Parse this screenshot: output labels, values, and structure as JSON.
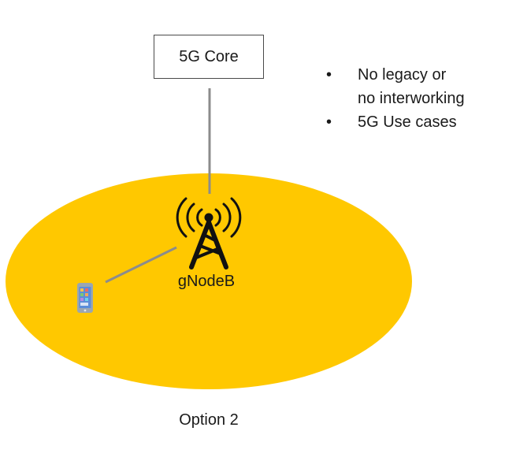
{
  "core": {
    "label": "5G Core"
  },
  "base_station": {
    "label": "gNodeB",
    "icon": "cell-tower-icon"
  },
  "device": {
    "icon": "smartphone-icon"
  },
  "notes": [
    "No legacy or no interworking",
    "5G Use cases"
  ],
  "note_lines": [
    [
      "No legacy or",
      "no interworking"
    ],
    [
      "5G Use cases"
    ]
  ],
  "caption": "Option 2",
  "colors": {
    "coverage": "#FFC800",
    "link": "#8C8C8C",
    "box_border": "#4A4A4A"
  }
}
